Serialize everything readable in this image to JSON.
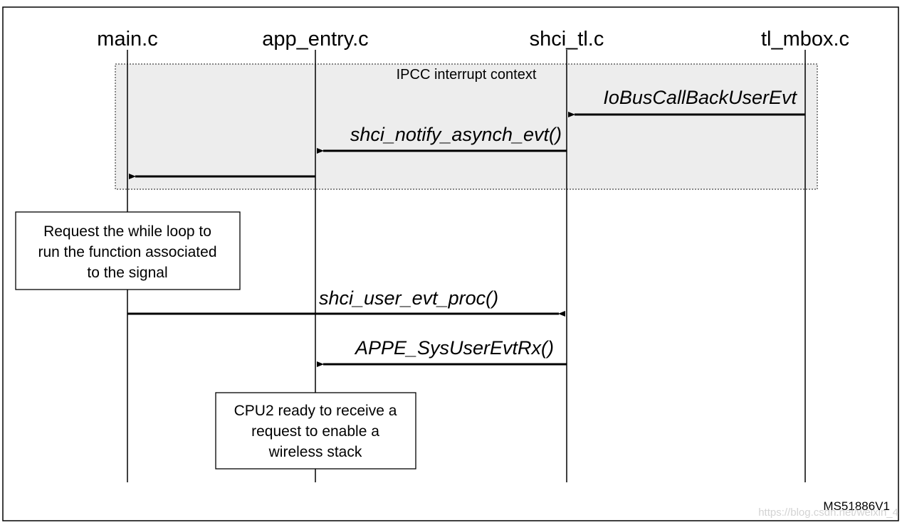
{
  "participants": [
    {
      "id": "main",
      "label": "main.c"
    },
    {
      "id": "app",
      "label": "app_entry.c"
    },
    {
      "id": "shci",
      "label": "shci_tl.c"
    },
    {
      "id": "tlmbox",
      "label": "tl_mbox.c"
    }
  ],
  "context_box": {
    "label": "IPCC interrupt context",
    "fill_color": "#ededed"
  },
  "messages": [
    {
      "label": "IoBusCallBackUserEvt",
      "from": "tl_mbox.c",
      "to": "shci_tl.c"
    },
    {
      "label": "shci_notify_asynch_evt()",
      "from": "shci_tl.c",
      "to": "app_entry.c"
    },
    {
      "label": "",
      "from": "app_entry.c",
      "to": "main.c"
    },
    {
      "label": "shci_user_evt_proc()",
      "from": "main.c",
      "to": "shci_tl.c"
    },
    {
      "label": "APPE_SysUserEvtRx()",
      "from": "shci_tl.c",
      "to": "app_entry.c"
    }
  ],
  "notes": {
    "main_note": [
      "Request the while loop to",
      "run the function associated",
      "to the signal"
    ],
    "cpu2_note": [
      "CPU2 ready to receive a",
      "request to enable a",
      "wireless stack"
    ]
  },
  "reference": "MS51886V1",
  "watermark": "https://blog.csdn.net/weixin_4"
}
